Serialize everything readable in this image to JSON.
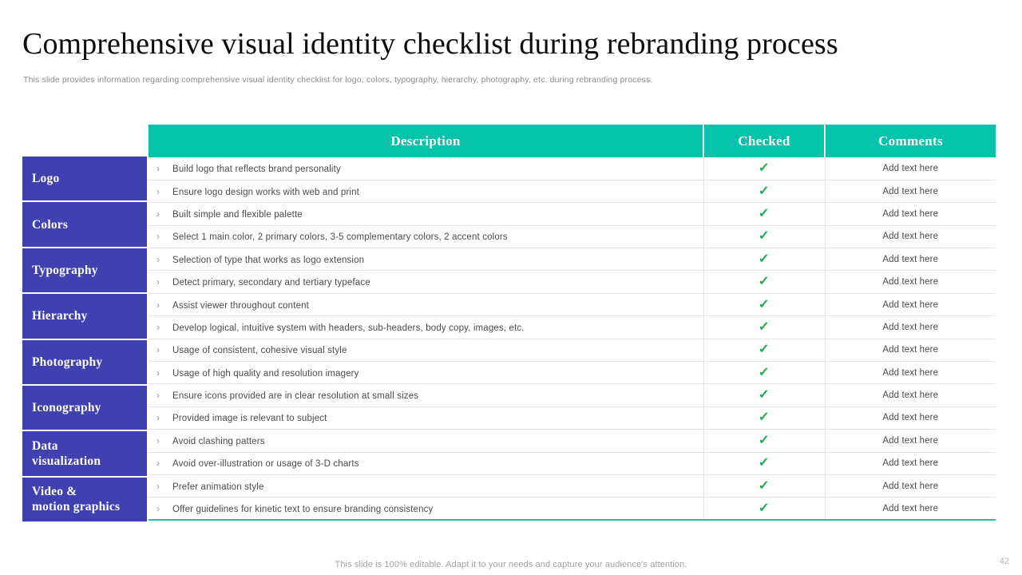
{
  "slide": {
    "title": "Comprehensive visual identity checklist during rebranding process",
    "subtitle": "This slide provides information regarding comprehensive visual identity checklist for logo, colors, typography, hierarchy, photography, etc. during rebranding process.",
    "footer_note": "This slide is 100% editable. Adapt it to your needs and capture your audience's attention.",
    "page_number": "42"
  },
  "colors": {
    "header_teal": "#05c3aa",
    "category_blue": "#3f41b0",
    "check_green": "#22a94f",
    "title_text": "#0d0d0d",
    "body_text": "#4a4a4a"
  },
  "table": {
    "headers": {
      "description": "Description",
      "checked": "Checked",
      "comments": "Comments"
    },
    "bullet_glyph": "›",
    "check_glyph": "✓",
    "categories": [
      {
        "label": "Logo",
        "lines": [
          "Logo"
        ],
        "rows": 2
      },
      {
        "label": "Colors",
        "lines": [
          "Colors"
        ],
        "rows": 2
      },
      {
        "label": "Typography",
        "lines": [
          "Typography"
        ],
        "rows": 2
      },
      {
        "label": "Hierarchy",
        "lines": [
          "Hierarchy"
        ],
        "rows": 2
      },
      {
        "label": "Photography",
        "lines": [
          "Photography"
        ],
        "rows": 2
      },
      {
        "label": "Iconography",
        "lines": [
          "Iconography"
        ],
        "rows": 2
      },
      {
        "label": "Data visualization",
        "lines": [
          "Data",
          "visualization"
        ],
        "rows": 2
      },
      {
        "label": "Video & motion graphics",
        "lines": [
          "Video &",
          "motion graphics"
        ],
        "rows": 2
      }
    ],
    "rows": [
      {
        "description": "Build logo that reflects brand personality",
        "checked": "✓",
        "comment": "Add text here"
      },
      {
        "description": "Ensure logo design works with web and print",
        "checked": "✓",
        "comment": "Add text here"
      },
      {
        "description": "Built simple and flexible palette",
        "checked": "✓",
        "comment": "Add text here"
      },
      {
        "description": "Select 1 main color, 2 primary colors, 3-5 complementary colors, 2 accent colors",
        "checked": "✓",
        "comment": "Add text here"
      },
      {
        "description": "Selection of type that works as logo extension",
        "checked": "✓",
        "comment": "Add text here"
      },
      {
        "description": "Detect primary, secondary and tertiary typeface",
        "checked": "✓",
        "comment": "Add text here"
      },
      {
        "description": "Assist viewer throughout content",
        "checked": "✓",
        "comment": "Add text here"
      },
      {
        "description": "Develop logical, intuitive system with headers, sub-headers, body copy, images, etc.",
        "checked": "✓",
        "comment": "Add text here"
      },
      {
        "description": "Usage of consistent, cohesive visual style",
        "checked": "✓",
        "comment": "Add text here"
      },
      {
        "description": "Usage of high quality and resolution imagery",
        "checked": "✓",
        "comment": "Add text here"
      },
      {
        "description": "Ensure icons provided  are in clear resolution at small sizes",
        "checked": "✓",
        "comment": "Add text here"
      },
      {
        "description": "Provided  image is relevant  to subject",
        "checked": "✓",
        "comment": "Add text here"
      },
      {
        "description": "Avoid clashing patters",
        "checked": "✓",
        "comment": "Add text here"
      },
      {
        "description": "Avoid over-illustration  or usage of 3-D charts",
        "checked": "✓",
        "comment": "Add text here"
      },
      {
        "description": "Prefer animation style",
        "checked": "✓",
        "comment": "Add text here"
      },
      {
        "description": "Offer guidelines for kinetic text to ensure branding consistency",
        "checked": "✓",
        "comment": "Add text here"
      }
    ]
  }
}
